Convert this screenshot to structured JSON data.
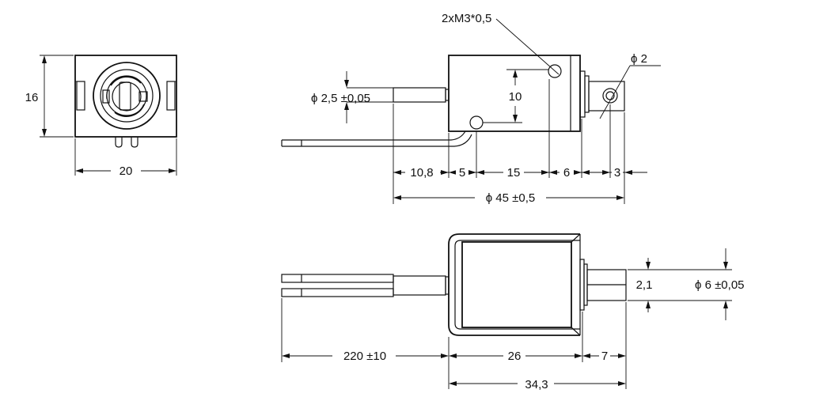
{
  "front_view": {
    "dim_height": "16",
    "dim_width": "20"
  },
  "side_view": {
    "thread_callout": "2xM3*0,5",
    "pin_diameter": "ϕ 2",
    "shaft_diameter": "ϕ 2,5 ±0,05",
    "hole_spacing": "10",
    "dim_a": "10,8",
    "dim_b": "5",
    "dim_c": "15",
    "dim_d": "6",
    "dim_e": "3",
    "dim_total": "ϕ 45 ±0,5"
  },
  "top_view": {
    "dim_lead": "220 ±10",
    "dim_body": "26",
    "dim_plunger": "7",
    "dim_overall": "34,3",
    "dim_step": "2,1",
    "dim_plunger_dia": "ϕ 6 ±0,05"
  }
}
